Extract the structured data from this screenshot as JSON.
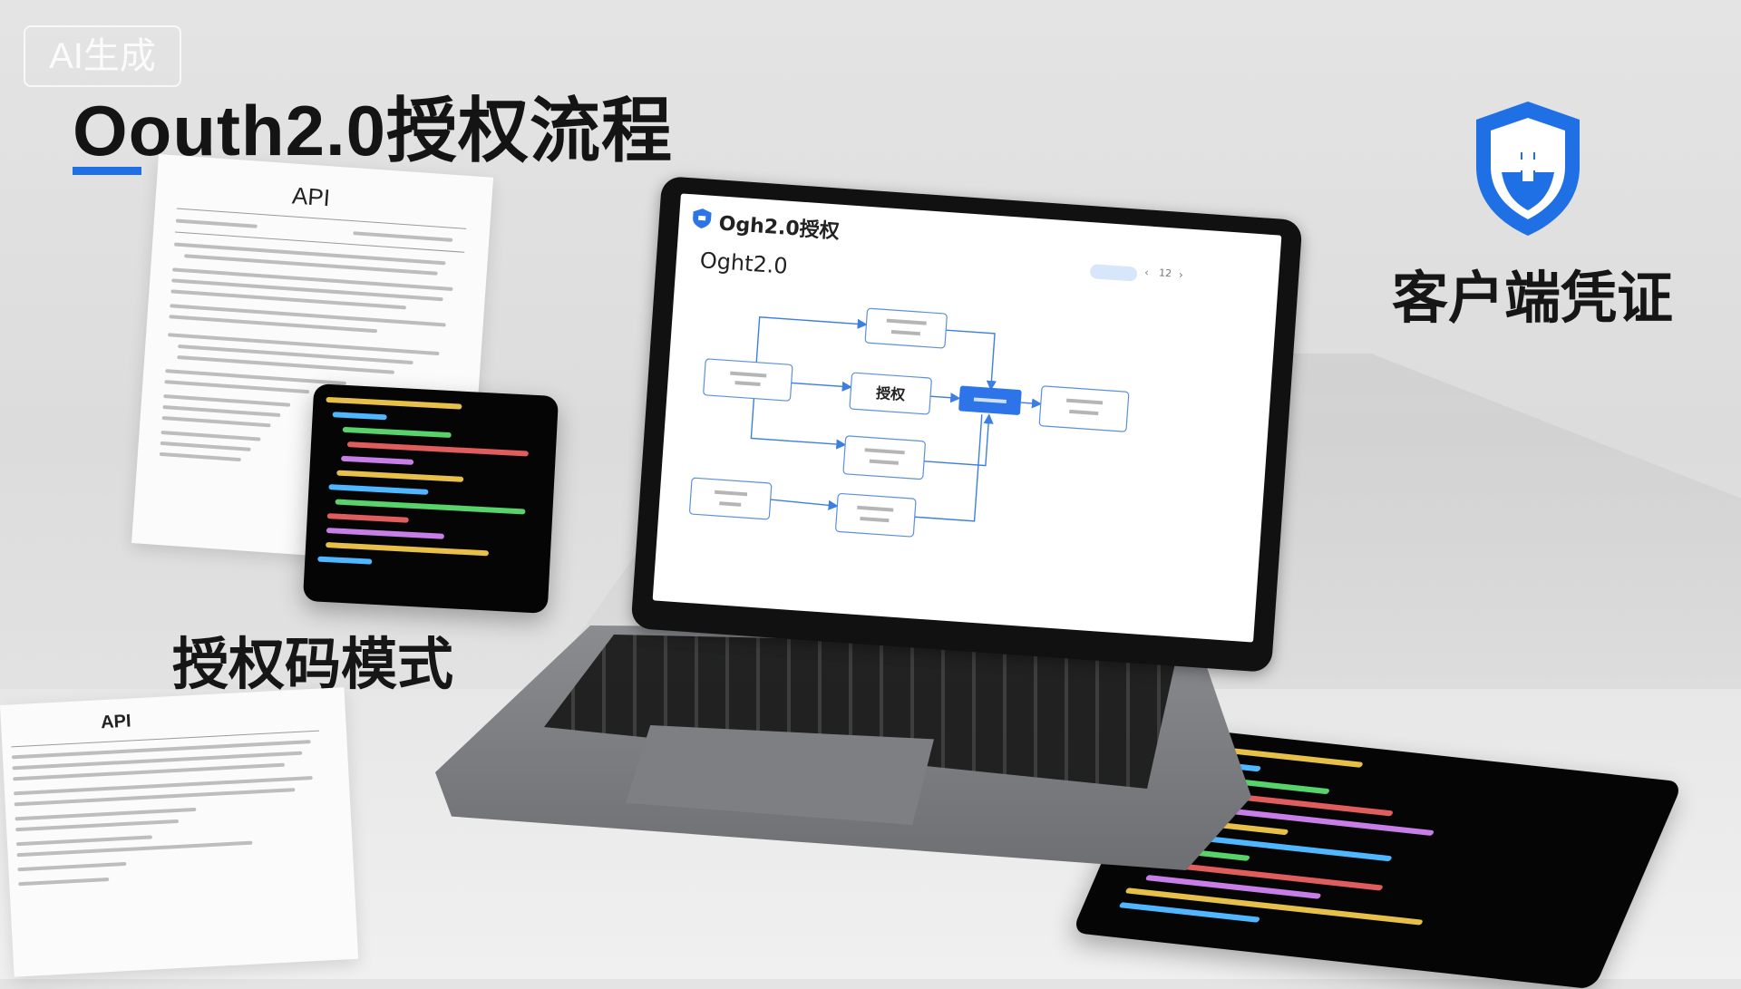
{
  "badge": {
    "text": "AI生成"
  },
  "headings": {
    "main_title": "Oouth2.0授权流程",
    "sub_heading": "授权码模式",
    "right_heading": "客户端凭证"
  },
  "documents": {
    "top_doc_title": "API",
    "bottom_doc_title": "API"
  },
  "laptop_screen": {
    "app_title": "Ogh2.0授权",
    "page_title": "Oght2.0",
    "page_number": "12",
    "flow_nodes": {
      "center": "授权"
    }
  },
  "colors": {
    "accent": "#1f6fe5",
    "node_highlight": "#2d74e8",
    "shield": "#1f6fe5"
  },
  "icons": {
    "shield": "shield-icon",
    "app_logo": "shield-logo-icon",
    "prev": "chevron-left-icon",
    "next": "chevron-right-icon"
  }
}
